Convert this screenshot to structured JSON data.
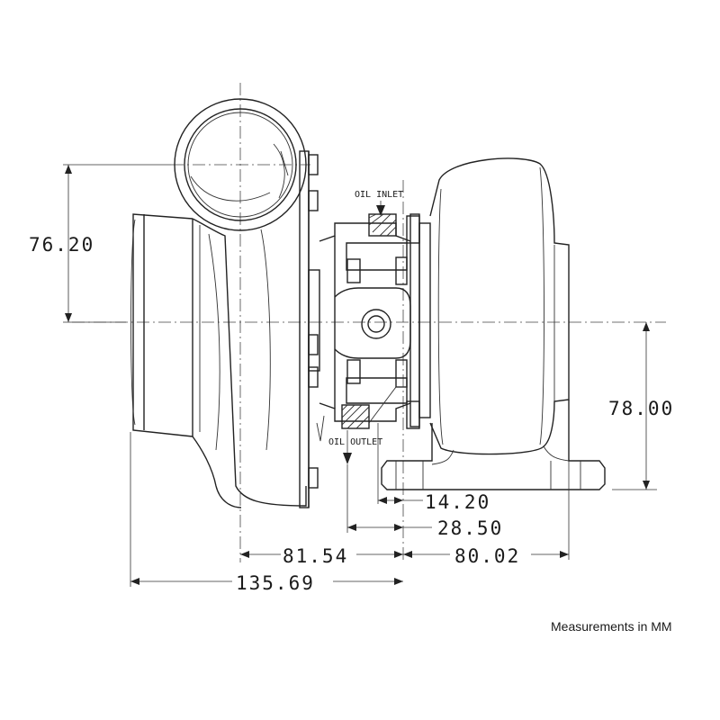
{
  "labels": {
    "oil_inlet": "OIL INLET",
    "oil_outlet": "OIL OUTLET"
  },
  "dimensions": {
    "height_upper": "76.20",
    "height_lower": "78.00",
    "d_14_20": "14.20",
    "d_28_50": "28.50",
    "d_81_54": "81.54",
    "d_80_02": "80.02",
    "d_135_69": "135.69"
  },
  "footnote": "Measurements in MM"
}
